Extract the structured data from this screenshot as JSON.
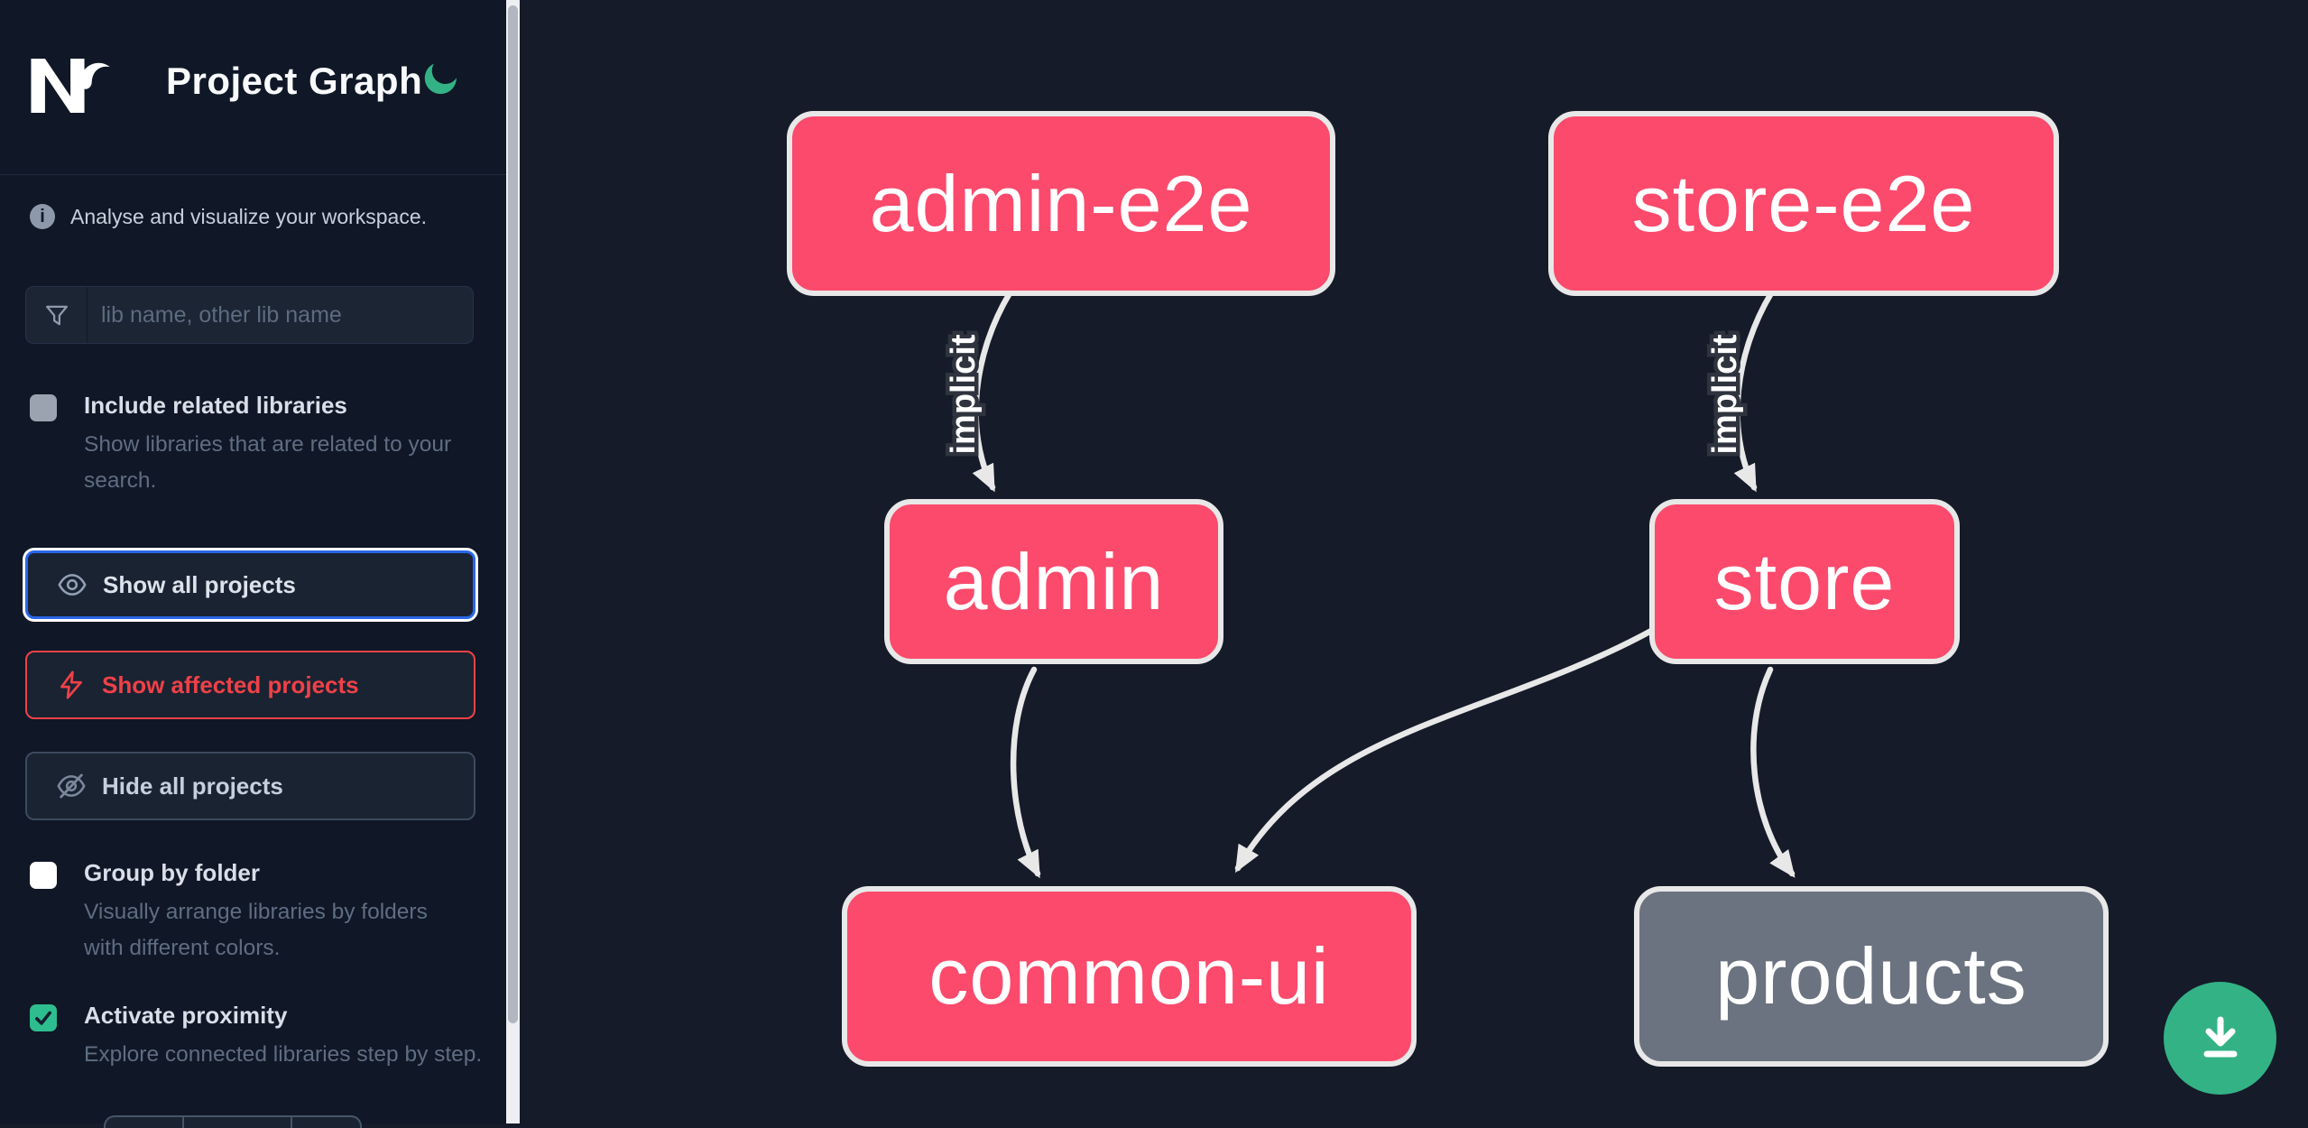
{
  "app": {
    "title": "Project Graph",
    "logo": "nx-logo",
    "theme_toggle": "moon-icon"
  },
  "sidebar": {
    "tagline": "Analyse and visualize your workspace.",
    "search": {
      "placeholder": "lib name, other lib name",
      "value": "",
      "icon": "funnel-icon"
    },
    "toggles": [
      {
        "label": "Include related libraries",
        "description": "Show libraries that are related to your search.",
        "checked": false
      },
      {
        "label": "Group by folder",
        "description": "Visually arrange libraries by folders with different colors.",
        "checked": false
      },
      {
        "label": "Activate proximity",
        "description": "Explore connected libraries step by step.",
        "checked": true
      }
    ],
    "buttons": [
      {
        "label": "Show all projects",
        "icon": "eye-icon",
        "state": "focused"
      },
      {
        "label": "Show affected projects",
        "icon": "bolt-icon",
        "state": "affected"
      },
      {
        "label": "Hide all projects",
        "icon": "eye-off-icon",
        "state": "default"
      }
    ]
  },
  "graph": {
    "nodes": [
      {
        "id": "admin-e2e",
        "label": "admin-e2e",
        "type": "affected"
      },
      {
        "id": "store-e2e",
        "label": "store-e2e",
        "type": "affected"
      },
      {
        "id": "admin",
        "label": "admin",
        "type": "affected"
      },
      {
        "id": "store",
        "label": "store",
        "type": "affected"
      },
      {
        "id": "common-ui",
        "label": "common-ui",
        "type": "affected"
      },
      {
        "id": "products",
        "label": "products",
        "type": "normal"
      }
    ],
    "edges": [
      {
        "from": "admin-e2e",
        "to": "admin",
        "label": "implicit"
      },
      {
        "from": "store-e2e",
        "to": "store",
        "label": "implicit"
      },
      {
        "from": "admin",
        "to": "common-ui",
        "label": ""
      },
      {
        "from": "store",
        "to": "common-ui",
        "label": ""
      },
      {
        "from": "store",
        "to": "products",
        "label": ""
      }
    ],
    "download_button_icon": "download-icon"
  },
  "colors": {
    "sidebar_bg": "#101726",
    "graph_bg": "#151b29",
    "node_affected": "#fb4a6c",
    "node_normal": "#6b7280",
    "node_border": "#e8e8e8",
    "edge": "#e8e8e8",
    "accent_green": "#33b286",
    "accent_red": "#ef4147",
    "focus_blue": "#2968e8"
  }
}
